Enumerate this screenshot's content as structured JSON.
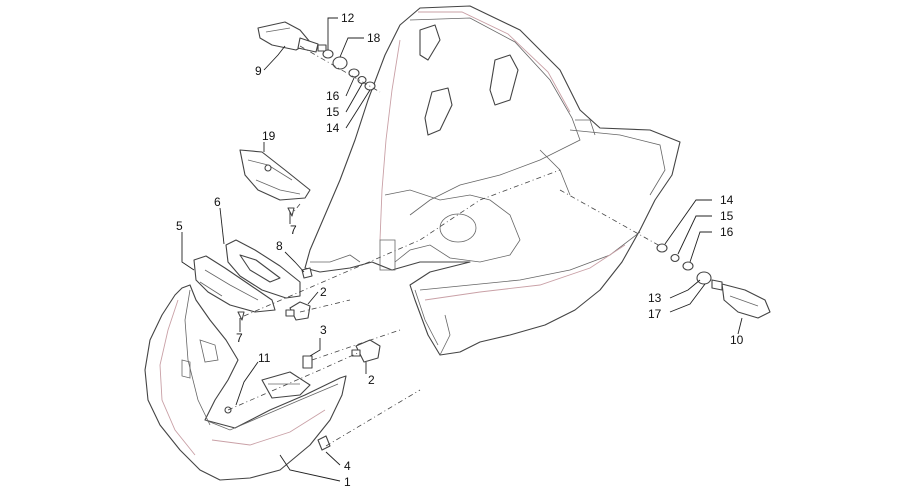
{
  "callouts": [
    {
      "id": "c12",
      "label": "12"
    },
    {
      "id": "c18",
      "label": "18"
    },
    {
      "id": "c9",
      "label": "9"
    },
    {
      "id": "c16a",
      "label": "16"
    },
    {
      "id": "c15a",
      "label": "15"
    },
    {
      "id": "c14a",
      "label": "14"
    },
    {
      "id": "c19",
      "label": "19"
    },
    {
      "id": "c7a",
      "label": "7"
    },
    {
      "id": "c5",
      "label": "5"
    },
    {
      "id": "c6",
      "label": "6"
    },
    {
      "id": "c8",
      "label": "8"
    },
    {
      "id": "c2a",
      "label": "2"
    },
    {
      "id": "c7b",
      "label": "7"
    },
    {
      "id": "c3",
      "label": "3"
    },
    {
      "id": "c11",
      "label": "11"
    },
    {
      "id": "c2b",
      "label": "2"
    },
    {
      "id": "c4",
      "label": "4"
    },
    {
      "id": "c1",
      "label": "1"
    },
    {
      "id": "c14b",
      "label": "14"
    },
    {
      "id": "c15b",
      "label": "15"
    },
    {
      "id": "c16b",
      "label": "16"
    },
    {
      "id": "c13",
      "label": "13"
    },
    {
      "id": "c17",
      "label": "17"
    },
    {
      "id": "c10",
      "label": "10"
    }
  ]
}
